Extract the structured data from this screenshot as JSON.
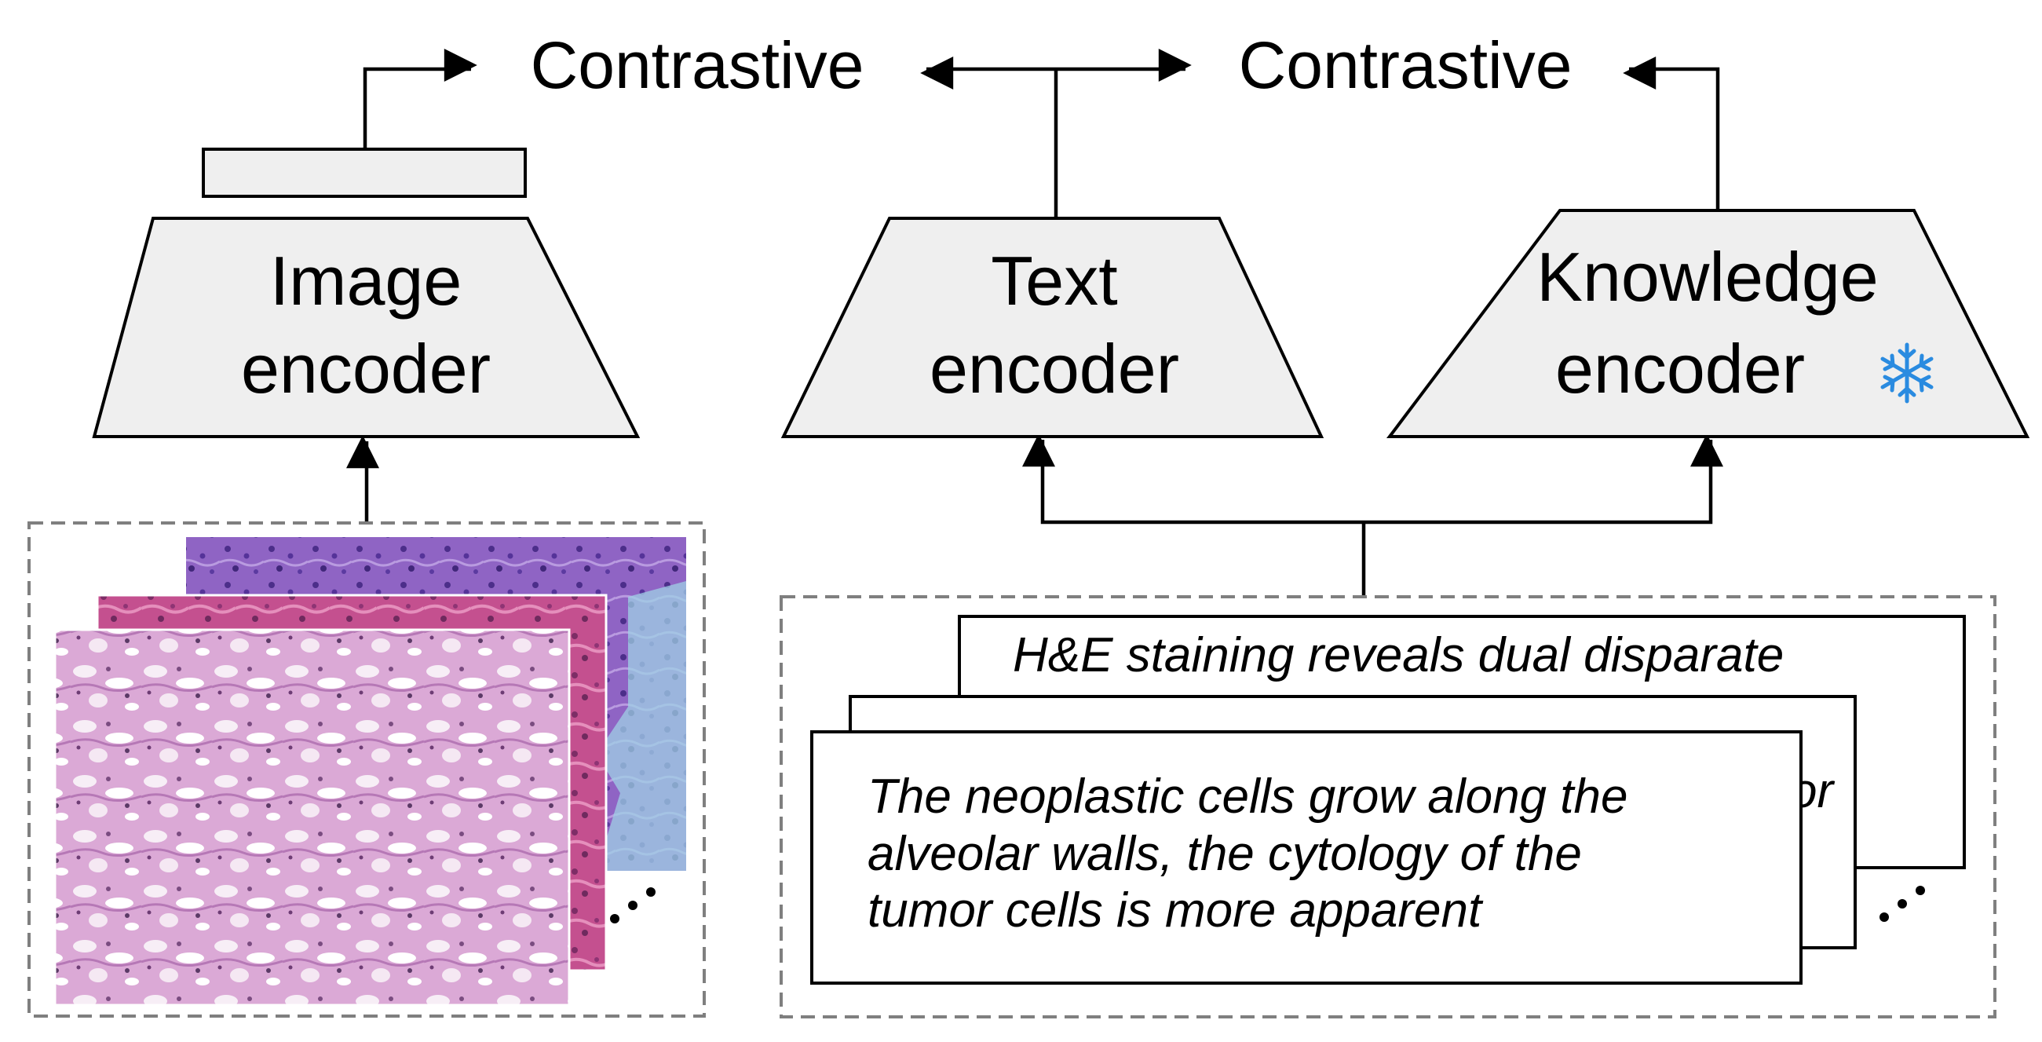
{
  "labels": {
    "contrastive_left": "Contrastive",
    "contrastive_right": "Contrastive"
  },
  "encoders": {
    "image": {
      "line1": "Image",
      "line2": "encoder"
    },
    "text": {
      "line1": "Text",
      "line2": "encoder"
    },
    "knowledge": {
      "line1": "Knowledge",
      "line2": "encoder",
      "frozen_icon": "snowflake-icon"
    }
  },
  "captions": {
    "back_line1": "H&E staining reveals dual disparate",
    "middle_partial": "or",
    "front_line1": "The neoplastic cells grow along the",
    "front_line2": "alveolar walls, the cytology of the",
    "front_line3": "tumor cells is more apparent"
  },
  "ellipsis": "...",
  "colors": {
    "encoder_fill": "#efefef",
    "snowflake": "#2a8be0",
    "frame_dash": "#7f7f7f",
    "he_pink": "#d9a3cf",
    "he_magenta": "#c24c8e",
    "he_purple": "#8a5bbf"
  }
}
